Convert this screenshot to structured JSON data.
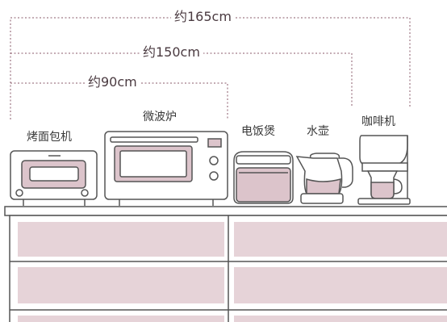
{
  "dimensions": {
    "height_165": "约165cm",
    "height_150": "约150cm",
    "height_90": "约90cm"
  },
  "appliances": {
    "toaster_oven": "烤面包机",
    "microwave": "微波炉",
    "rice_cooker": "电饭煲",
    "kettle": "水壶",
    "coffee_maker": "咖啡机"
  },
  "colors": {
    "line": "#555555",
    "dim_line": "#8a5a6a",
    "panel_fill": "#e6d3d8",
    "appliance_fill": "#dcc4cb",
    "background": "#ffffff"
  }
}
